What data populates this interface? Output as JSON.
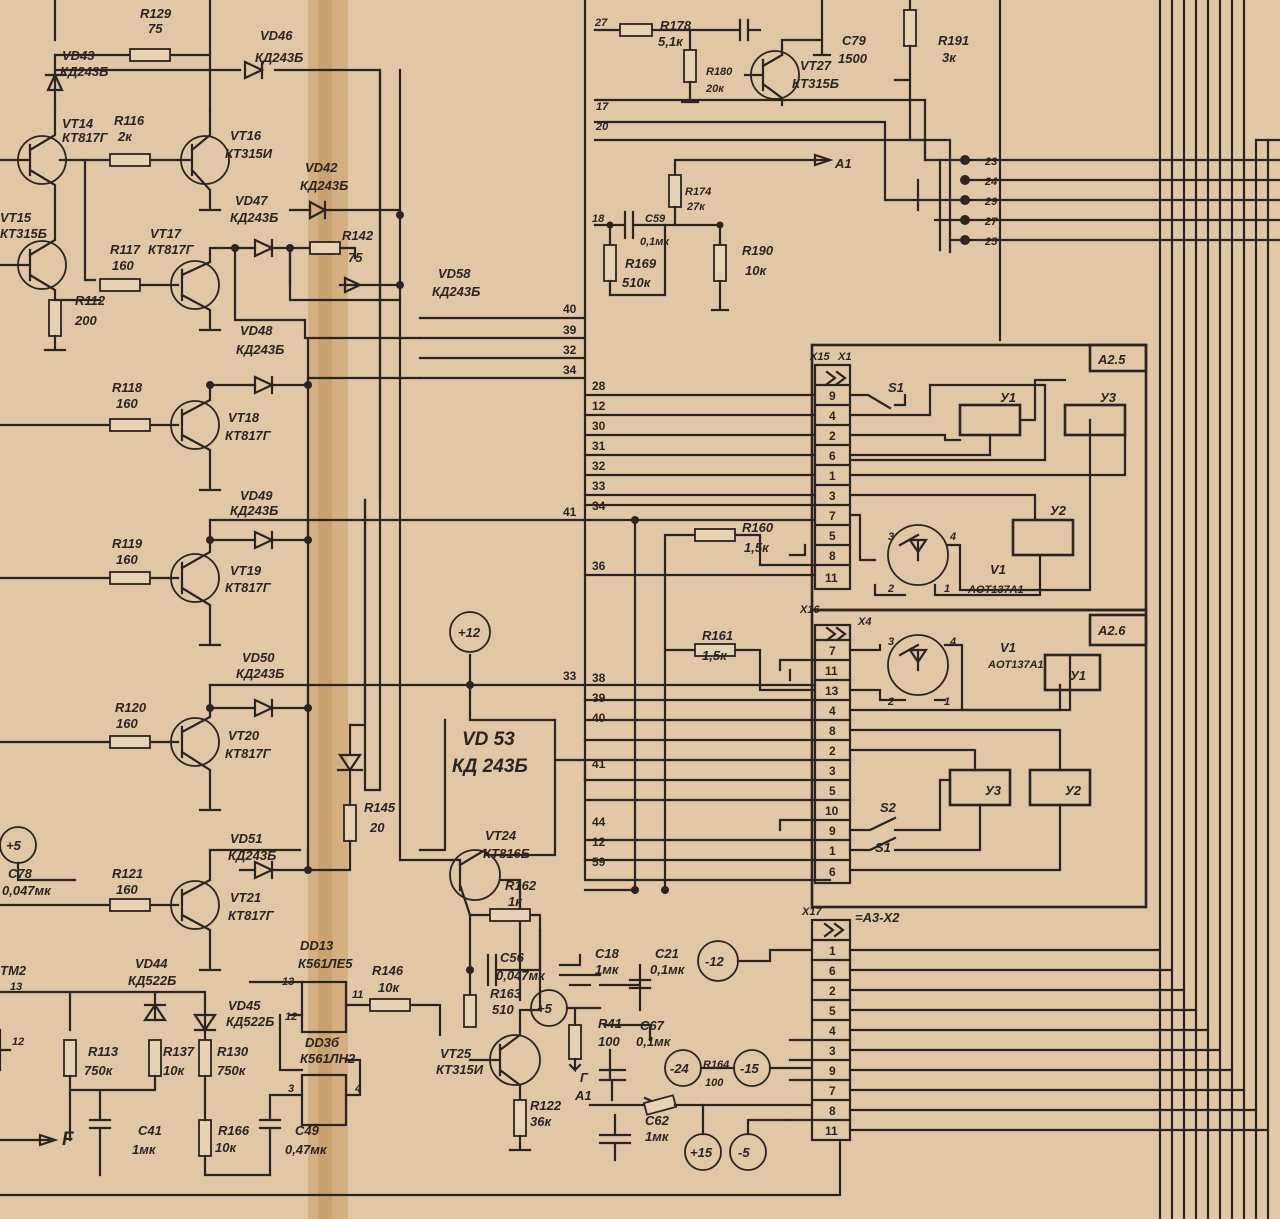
{
  "left_section": {
    "transistors": [
      {
        "ref": "VT14",
        "type": "КТ817Г"
      },
      {
        "ref": "VT16",
        "type": "КТ315И"
      },
      {
        "ref": "VT15",
        "type": "КТ315Б"
      },
      {
        "ref": "VT17",
        "type": "КТ817Г"
      },
      {
        "ref": "VT18",
        "type": "КТ817Г"
      },
      {
        "ref": "VT19",
        "type": "КТ817Г"
      },
      {
        "ref": "VT20",
        "type": "КТ817Г"
      },
      {
        "ref": "VT21",
        "type": "КТ817Г"
      },
      {
        "ref": "VT24",
        "type": "КТ816Б"
      },
      {
        "ref": "VT25",
        "type": "КТ315И"
      }
    ],
    "resistors": [
      {
        "ref": "R129",
        "value": "75"
      },
      {
        "ref": "R116",
        "value": "2к"
      },
      {
        "ref": "R117",
        "value": "160"
      },
      {
        "ref": "R112",
        "value": "200"
      },
      {
        "ref": "R142",
        "value": "75"
      },
      {
        "ref": "R118",
        "value": "160"
      },
      {
        "ref": "R119",
        "value": "160"
      },
      {
        "ref": "R120",
        "value": "160"
      },
      {
        "ref": "R121",
        "value": "160"
      },
      {
        "ref": "R145",
        "value": "20"
      },
      {
        "ref": "R162",
        "value": "1к"
      },
      {
        "ref": "R163",
        "value": "510"
      },
      {
        "ref": "R146",
        "value": "10к"
      },
      {
        "ref": "R113",
        "value": "750к"
      },
      {
        "ref": "R122",
        "value": "36к"
      },
      {
        "ref": "R137",
        "value": "10к"
      },
      {
        "ref": "R130",
        "value": "750к"
      },
      {
        "ref": "R166",
        "value": "10к"
      },
      {
        "ref": "R41",
        "value": "100"
      },
      {
        "ref": "R164",
        "value": "100"
      }
    ],
    "diodes": [
      {
        "ref": "VD46",
        "type": "КД243Б"
      },
      {
        "ref": "VD43",
        "type": "КД243Б"
      },
      {
        "ref": "VD42",
        "type": "КД243Б"
      },
      {
        "ref": "VD47",
        "type": "КД243Б"
      },
      {
        "ref": "VD48",
        "type": "КД243Б"
      },
      {
        "ref": "VD49",
        "type": "КД243Б"
      },
      {
        "ref": "VD50",
        "type": "КД243Б"
      },
      {
        "ref": "VD51",
        "type": "КД243Б"
      },
      {
        "ref": "VD44",
        "type": "КД522Б"
      },
      {
        "ref": "VD45",
        "type": "КД522Б"
      }
    ],
    "vd58": {
      "ref": "VD58",
      "type": "КД243Б"
    },
    "vd53": {
      "ref": "VD 53",
      "type": "КД 243Б"
    },
    "capacitors": [
      {
        "ref": "C78",
        "value": "0,047мк"
      },
      {
        "ref": "C56",
        "value": "0,047мк"
      },
      {
        "ref": "C41",
        "value": "1мк"
      },
      {
        "ref": "C49",
        "value": "0,47мк"
      },
      {
        "ref": "C18",
        "value": "1мк"
      },
      {
        "ref": "C21",
        "value": "0,1мк"
      },
      {
        "ref": "C67",
        "value": "0,1мк"
      },
      {
        "ref": "C62",
        "value": "1мк"
      }
    ],
    "ics": [
      {
        "ref": "DD13",
        "type": "К561ЛЕ5"
      },
      {
        "ref": "DD3б",
        "type": "К561ЛН2"
      }
    ],
    "misc": {
      "f_label": "F",
      "g_label": "Г",
      "a1_label": "A1",
      "tm2": "ТМ2",
      "pin13": "13",
      "pin12": "12",
      "pin3": "3",
      "pin4": "4",
      "pin11": "11",
      "pin12b": "12"
    }
  },
  "top_section": {
    "r178": {
      "ref": "R178",
      "value": "5,1к"
    },
    "r180": {
      "ref": "R180",
      "value": "20к"
    },
    "vt27": {
      "ref": "VT27",
      "type": "КТ315Б"
    },
    "c79": {
      "ref": "C79",
      "value": "1500"
    },
    "r191": {
      "ref": "R191",
      "value": "3к"
    },
    "r174": {
      "ref": "R174",
      "value": "27к"
    },
    "c59": {
      "ref": "C59",
      "value": "0,1мк"
    },
    "r169": {
      "ref": "R169",
      "value": "510к"
    },
    "r190": {
      "ref": "R190",
      "value": "10к"
    },
    "a1": "A1",
    "pins_top": [
      "27",
      "17",
      "20",
      "18"
    ],
    "connector_pins": [
      "23",
      "24",
      "29",
      "27",
      "25"
    ]
  },
  "bus_labels_left": [
    "40",
    "39",
    "32",
    "34",
    "41",
    "36",
    "33",
    "33"
  ],
  "bus_labels": [
    "28",
    "12",
    "30",
    "31",
    "32",
    "33",
    "34",
    "36",
    "38",
    "39",
    "40",
    "41",
    "44",
    "12",
    "59"
  ],
  "power": {
    "p12": "+12",
    "m12": "-12",
    "p5": "+5",
    "p5b": "+5",
    "m24": "-24",
    "m15": "-15",
    "p15": "+15",
    "m5": "-5"
  },
  "block_a25": {
    "title": "A2.5",
    "conn": "X15",
    "conn2": "X1",
    "pins": [
      "9",
      "4",
      "2",
      "6",
      "1",
      "3",
      "7",
      "5",
      "8",
      "11"
    ],
    "s1": "S1",
    "y1": "У1",
    "y2": "У2",
    "y3": "У3",
    "v1": "V1",
    "v1_type": "AOT137A1",
    "r160": {
      "ref": "R160",
      "value": "1,5к"
    },
    "oc_pins": [
      "3",
      "4",
      "2",
      "1"
    ]
  },
  "block_a26": {
    "title": "A2.6",
    "conn": "X16",
    "conn2": "X4",
    "pins": [
      "7",
      "11",
      "13",
      "4",
      "8",
      "2",
      "3",
      "5",
      "10",
      "9",
      "1",
      "6"
    ],
    "s1": "S1",
    "s2": "S2",
    "y1": "У1",
    "y2": "У2",
    "y3": "У3",
    "v1": "V1",
    "v1_type": "AOT137A1",
    "r161": {
      "ref": "R161",
      "value": "1,5к"
    },
    "oc_pins": [
      "3",
      "4",
      "2",
      "1"
    ]
  },
  "block_x17": {
    "conn": "X17",
    "label": "=A3-X2",
    "pins": [
      "1",
      "6",
      "2",
      "5",
      "4",
      "3",
      "9",
      "7",
      "8",
      "11"
    ]
  }
}
